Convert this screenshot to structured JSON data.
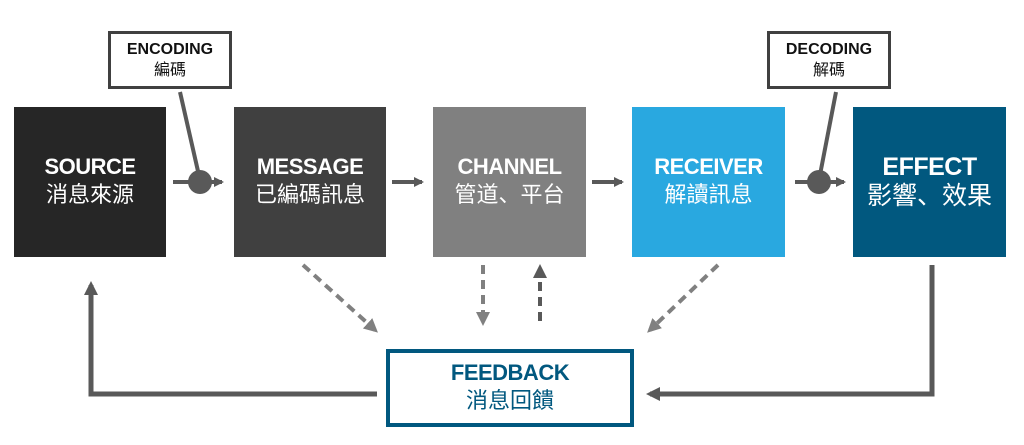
{
  "diagram": {
    "nodes": [
      {
        "id": "source",
        "en": "SOURCE",
        "zh": "消息來源",
        "color": "#262626"
      },
      {
        "id": "message",
        "en": "MESSAGE",
        "zh": "已編碼訊息",
        "color": "#404040"
      },
      {
        "id": "channel",
        "en": "CHANNEL",
        "zh": "管道、平台",
        "color": "#808080"
      },
      {
        "id": "receiver",
        "en": "RECEIVER",
        "zh": "解讀訊息",
        "color": "#29A8E0"
      },
      {
        "id": "effect",
        "en": "EFFECT",
        "zh": "影響、效果",
        "color": "#01587F"
      }
    ],
    "encoding": {
      "en": "ENCODING",
      "zh": "編碼"
    },
    "decoding": {
      "en": "DECODING",
      "zh": "解碼"
    },
    "feedback": {
      "en": "FEEDBACK",
      "zh": "消息回饋",
      "color": "#01587F"
    },
    "edges": [
      {
        "from": "source",
        "to": "message",
        "style": "solid",
        "via": "encoding"
      },
      {
        "from": "message",
        "to": "channel",
        "style": "solid"
      },
      {
        "from": "channel",
        "to": "receiver",
        "style": "solid"
      },
      {
        "from": "receiver",
        "to": "effect",
        "style": "solid",
        "via": "decoding"
      },
      {
        "from": "message",
        "to": "feedback",
        "style": "dashed"
      },
      {
        "from": "channel",
        "to": "feedback",
        "style": "dashed"
      },
      {
        "from": "feedback",
        "to": "channel",
        "style": "dashed"
      },
      {
        "from": "receiver",
        "to": "feedback",
        "style": "dashed"
      },
      {
        "from": "effect",
        "to": "feedback",
        "style": "solid"
      },
      {
        "from": "feedback",
        "to": "source",
        "style": "solid"
      }
    ]
  }
}
